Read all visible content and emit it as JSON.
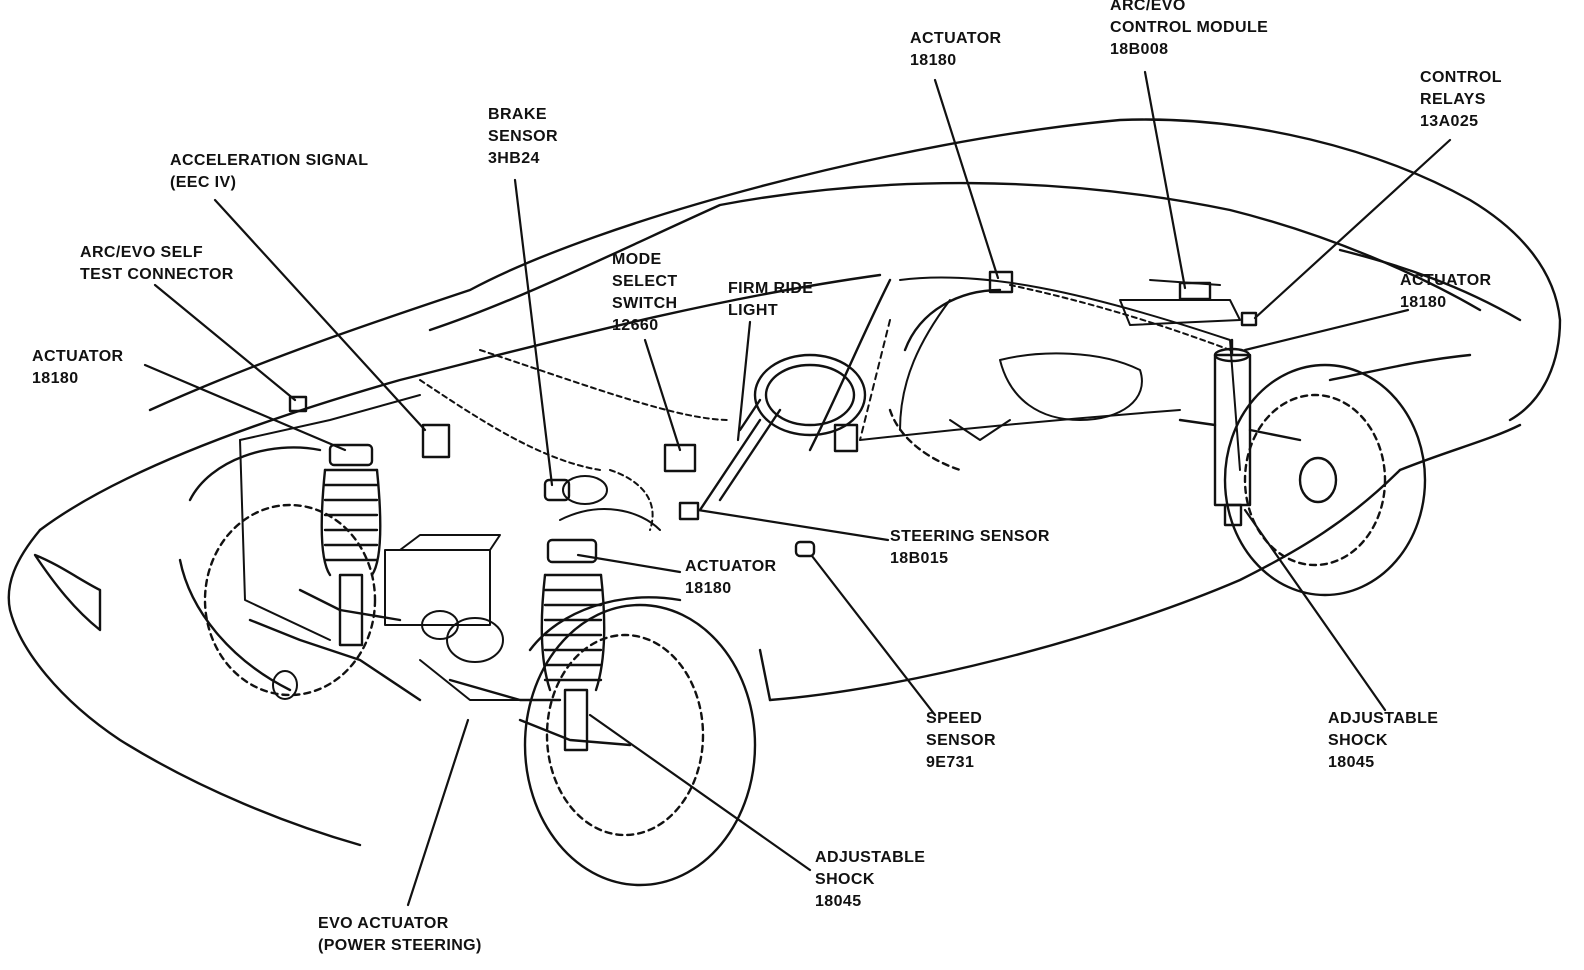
{
  "labels": {
    "actuator_top_center": [
      "ACTUATOR",
      "18180"
    ],
    "arc_evo_module": [
      "ARC/EVO",
      "CONTROL MODULE",
      "18B008"
    ],
    "control_relays": [
      "CONTROL",
      "RELAYS",
      "13A025"
    ],
    "brake_sensor": [
      "BRAKE",
      "SENSOR",
      "3HB24"
    ],
    "acceleration_signal": [
      "ACCELERATION SIGNAL",
      "(EEC IV)"
    ],
    "self_test_connector": [
      "ARC/EVO SELF",
      "TEST CONNECTOR"
    ],
    "mode_select_switch": [
      "MODE",
      "SELECT",
      "SWITCH",
      "12660"
    ],
    "firm_ride_light": [
      "FIRM RIDE",
      "LIGHT"
    ],
    "actuator_right": [
      "ACTUATOR",
      "18180"
    ],
    "actuator_left": [
      "ACTUATOR",
      "18180"
    ],
    "steering_sensor": [
      "STEERING SENSOR",
      "18B015"
    ],
    "actuator_front": [
      "ACTUATOR",
      "18180"
    ],
    "speed_sensor": [
      "SPEED",
      "SENSOR",
      "9E731"
    ],
    "adjustable_shock_rear": [
      "ADJUSTABLE",
      "SHOCK",
      "18045"
    ],
    "adjustable_shock_front": [
      "ADJUSTABLE",
      "SHOCK",
      "18045"
    ],
    "evo_actuator": [
      "EVO ACTUATOR",
      "(POWER STEERING)"
    ]
  },
  "colors": {
    "ink": "#111111",
    "paper": "#ffffff"
  }
}
